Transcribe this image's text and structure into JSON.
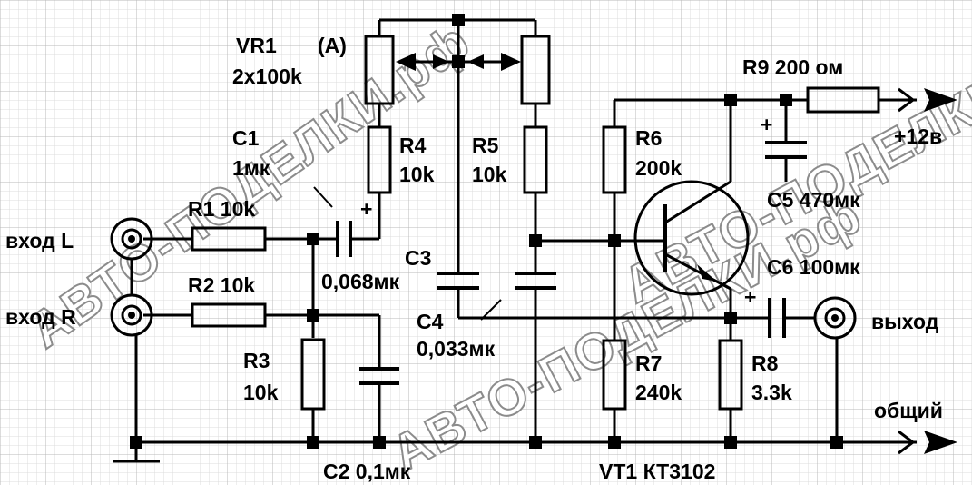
{
  "labels": {
    "vr1": "VR1",
    "vr1_channel": "(A)",
    "vr1_value": "2х100k",
    "c1": "C1",
    "c1_value": "1мк",
    "r1": "R1 10k",
    "r2": "R2 10k",
    "input_l": "вход L",
    "input_r": "вход R",
    "r3": "R3",
    "r3_value": "10k",
    "c2": "C2 0,1мк",
    "c1b_value": "0,068мк",
    "r4": "R4",
    "r4_value": "10k",
    "r5": "R5",
    "r5_value": "10k",
    "c3": "C3",
    "c4": "C4",
    "c4_value": "0,033мк",
    "r6": "R6",
    "r6_value": "200k",
    "r7": "R7",
    "r7_value": "240k",
    "r8": "R8",
    "r8_value": "3.3k",
    "vt1": "VT1 КТ3102",
    "r9": "R9 200 ом",
    "supply": "+12в",
    "c5": "C5 470мк",
    "c6": "C6 100мк",
    "output": "выход",
    "common": "общий",
    "plus": "+"
  },
  "watermarks": [
    "АВТО-ПОДЕЛКИ.рф",
    "АВТО-ПОДЕЛКИ.рф",
    "АВТО-ПОДЕЛКИ.рф"
  ],
  "colors": {
    "background": "#ffffff",
    "grid_minor": "#d9d9d9",
    "grid_major": "#bfbfbf",
    "ink": "#000000",
    "watermark_outline": "#8c8c8c"
  }
}
